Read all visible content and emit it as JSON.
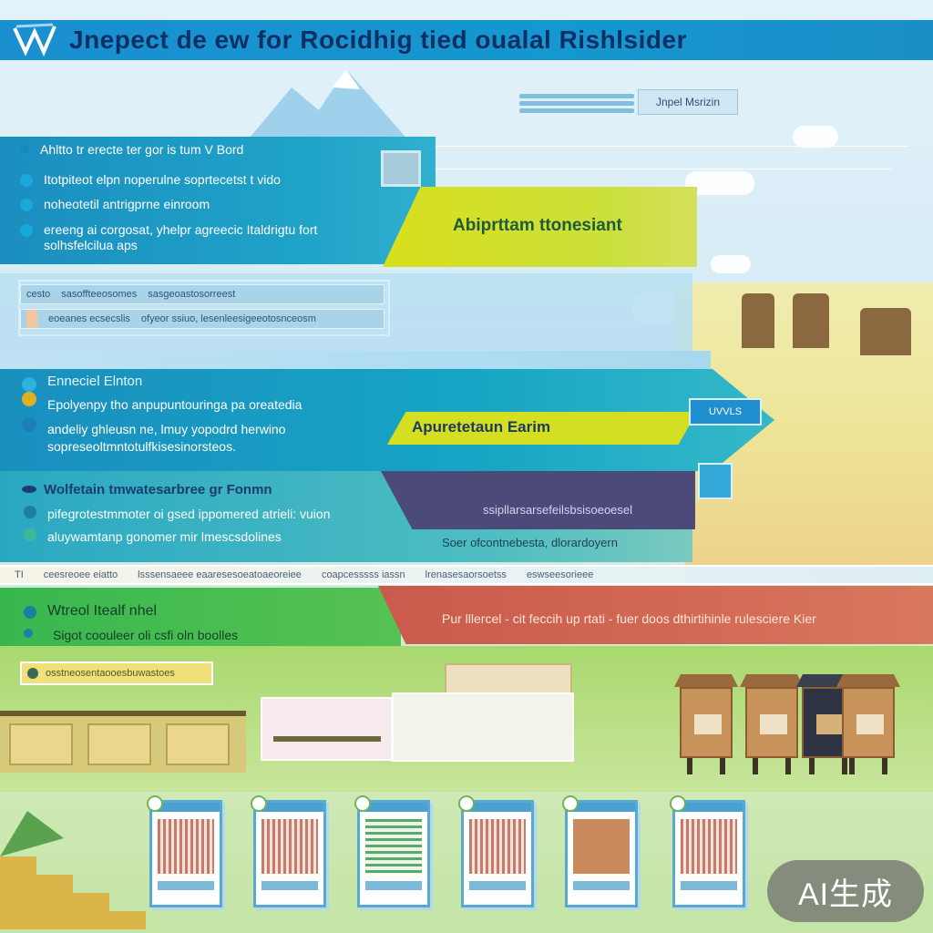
{
  "header": {
    "title": "Jnepect de ew for Rocidhig tied oualal Rishlsider"
  },
  "top_right": {
    "label": "Jnpel Msrizin"
  },
  "panel_1": {
    "head": "Ahltto tr erecte ter gor is tum V Bord",
    "bullets": [
      "Itotpiteot elpn noperulne soprtecetst t vido",
      "noheotetil antrigprne einroom",
      "ereeng ai corgosat, yhelpr agreecic Italdrigtu fort solhsfelcilua aps"
    ],
    "banner": "Abiprttam ttonesiant"
  },
  "input_strip": {
    "row_1": [
      "cesto",
      "sasoffteeosomes",
      "sasgeoastosorreest"
    ],
    "row_2": [
      "eoeanes ecsecslis",
      "ofyeor ssiuo, lesenleesigeeotosnceosm"
    ]
  },
  "panel_2": {
    "head": "Enneciel Elnton",
    "lines": [
      "Epolyenpy tho anpupuntouringa pa oreatedia",
      "andeliy ghleusn ne, lmuy yopodrd herwino",
      "sopreseoltmntotulfkisesinorsteos."
    ],
    "tag": "Apuretetaun Earim",
    "button": "UVVLS"
  },
  "panel_3": {
    "head": "Wolfetain tmwatesarbree gr Fonmn",
    "lines": [
      "pifegrotestmmoter oi gsed ippomered atrieli: vuion",
      "aluywamtanp gonomer mir lmescsdolines"
    ],
    "band": "ssipllarsarsefeilsbsisoeoesel",
    "caption": "Soer ofcontnebesta, dlorardoyern"
  },
  "tabs": [
    "TI",
    "ceesreoee eiatto",
    "lsssensaeee eaaresesoeatoaeoreiee",
    "coapcesssss iassn",
    "lrenasesaorsoetss",
    "eswseesorieee"
  ],
  "panel_4": {
    "head": "Wtreol Itealf nhel",
    "line": "Sigot coouleer oli csfi oln boolles",
    "band": "Pur lllercel  - cit feccih up rtati  - fuer doos dthirtihinle rulesciere Kier",
    "yellow_button": "osstneosentaooesbuwastoes"
  },
  "badge": {
    "text": "AI生成"
  },
  "colors": {
    "header_blue": "#1a8fd0",
    "title_navy": "#0e2f63",
    "accent_yellow": "#d4df22",
    "accent_purple": "#4b4a78",
    "accent_red": "#c95a4d",
    "accent_green": "#38b74f"
  }
}
